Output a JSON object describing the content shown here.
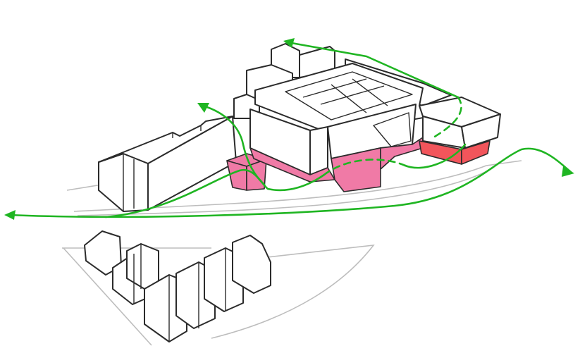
{
  "colors": {
    "background": "#ffffff",
    "building_outline": "#2b2b2b",
    "building_fill": "#ffffff",
    "ground_lines": "#bdbdbd",
    "pedestrian_path": "#1fb522",
    "public_ground_floor": "#f07aa6",
    "highlight_volume": "#f2555b"
  },
  "legend_semantics": {
    "green_solid": "movement-path",
    "green_dashed": "covered-movement-path",
    "pink": "activated-ground-floor",
    "red": "highlighted-volume"
  }
}
